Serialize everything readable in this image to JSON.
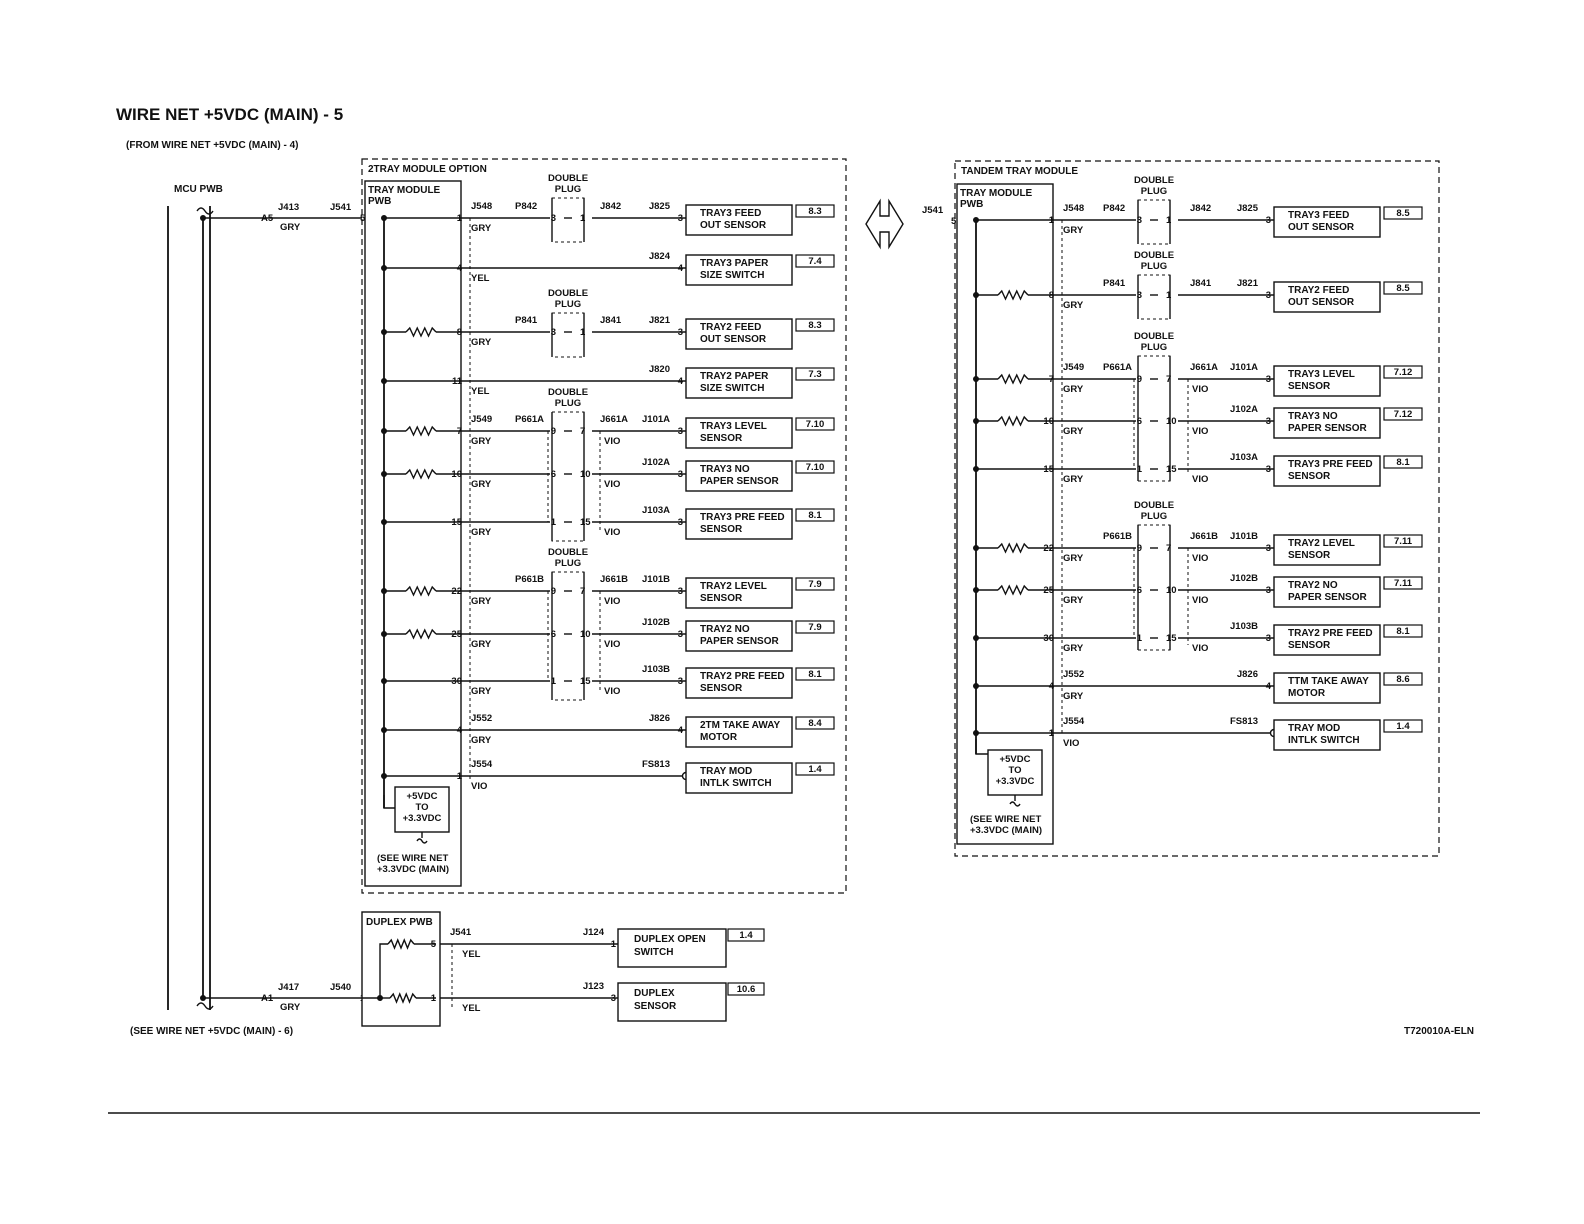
{
  "title": "WIRE NET +5VDC (MAIN) - 5",
  "from_label": "(FROM WIRE NET +5VDC (MAIN) - 4)",
  "see_label": "(SEE WIRE NET +5VDC (MAIN) - 6)",
  "figure_id": "T720010A-ELN",
  "mcu": {
    "label": "MCU PWB",
    "top_conn": "J413",
    "top_pin": "A5",
    "top_color": "GRY",
    "top_plug": "J541",
    "top_plug_pin": "5",
    "bot_conn": "J417",
    "bot_pin": "A1",
    "bot_color": "GRY",
    "bot_plug": "J540",
    "bot_plug_pin": "1"
  },
  "option": {
    "label": "2TRAY MODULE OPTION",
    "pwb": [
      "TRAY MODULE",
      "PWB"
    ],
    "regulator": [
      "+5VDC",
      "TO",
      "+3.3VDC"
    ],
    "see": [
      "(SEE WIRE NET",
      "+3.3VDC (MAIN)"
    ],
    "double_plug": [
      "DOUBLE",
      "PLUG"
    ],
    "rows": [
      {
        "pin": "1",
        "color": "GRY",
        "j1": "J548",
        "p": "P842",
        "j2": "J842",
        "dpin_l": "3",
        "dpin_r": "1",
        "dest": "J825",
        "dest_pin": "3",
        "device": [
          "TRAY3 FEED",
          "OUT SENSOR"
        ],
        "ref": "8.3"
      },
      {
        "pin": "4",
        "color": "YEL",
        "dest": "J824",
        "dest_pin": "4",
        "device": [
          "TRAY3 PAPER",
          "SIZE SWITCH"
        ],
        "ref": "7.4"
      },
      {
        "pin": "8",
        "color": "GRY",
        "p": "P841",
        "j2": "J841",
        "dpin_l": "3",
        "dpin_r": "1",
        "dest": "J821",
        "dest_pin": "3",
        "device": [
          "TRAY2 FEED",
          "OUT SENSOR"
        ],
        "ref": "8.3"
      },
      {
        "pin": "11",
        "color": "YEL",
        "dest": "J820",
        "dest_pin": "4",
        "device": [
          "TRAY2 PAPER",
          "SIZE SWITCH"
        ],
        "ref": "7.3"
      },
      {
        "pin": "7",
        "color": "GRY",
        "j1": "J549",
        "p": "P661A",
        "j2": "J661A",
        "dpin_l": "9",
        "dpin_r": "7",
        "dest": "J101A",
        "dest_pin": "3",
        "color2": "VIO",
        "device": [
          "TRAY3 LEVEL",
          "SENSOR"
        ],
        "ref": "7.10"
      },
      {
        "pin": "10",
        "color": "GRY",
        "dpin_l": "6",
        "dpin_r": "10",
        "dest": "J102A",
        "dest_pin": "3",
        "color2": "VIO",
        "device": [
          "TRAY3 NO",
          "PAPER SENSOR"
        ],
        "ref": "7.10"
      },
      {
        "pin": "15",
        "color": "GRY",
        "dpin_l": "1",
        "dpin_r": "15",
        "dest": "J103A",
        "dest_pin": "3",
        "color2": "VIO",
        "device": [
          "TRAY3 PRE FEED",
          "SENSOR"
        ],
        "ref": "8.1"
      },
      {
        "pin": "22",
        "color": "GRY",
        "p": "P661B",
        "j2": "J661B",
        "dpin_l": "9",
        "dpin_r": "7",
        "dest": "J101B",
        "dest_pin": "3",
        "color2": "VIO",
        "device": [
          "TRAY2 LEVEL",
          "SENSOR"
        ],
        "ref": "7.9"
      },
      {
        "pin": "25",
        "color": "GRY",
        "dpin_l": "6",
        "dpin_r": "10",
        "dest": "J102B",
        "dest_pin": "3",
        "color2": "VIO",
        "device": [
          "TRAY2 NO",
          "PAPER SENSOR"
        ],
        "ref": "7.9"
      },
      {
        "pin": "30",
        "color": "GRY",
        "dpin_l": "1",
        "dpin_r": "15",
        "dest": "J103B",
        "dest_pin": "3",
        "color2": "VIO",
        "device": [
          "TRAY2 PRE FEED",
          "SENSOR"
        ],
        "ref": "8.1"
      },
      {
        "pin": "4",
        "color": "GRY",
        "j1": "J552",
        "dest": "J826",
        "dest_pin": "4",
        "device": [
          "2TM TAKE AWAY",
          "MOTOR"
        ],
        "ref": "8.4"
      },
      {
        "pin": "1",
        "color": "VIO",
        "j1": "J554",
        "dest": "FS813",
        "device": [
          "TRAY MOD",
          "INTLK SWITCH"
        ],
        "ref": "1.4"
      }
    ]
  },
  "tandem": {
    "label": "TANDEM TRAY MODULE",
    "pwb": [
      "TRAY MODULE",
      "PWB"
    ],
    "in_conn": "J541",
    "in_pin": "5",
    "regulator": [
      "+5VDC",
      "TO",
      "+3.3VDC"
    ],
    "see": [
      "(SEE WIRE NET",
      "+3.3VDC (MAIN)"
    ],
    "double_plug": [
      "DOUBLE",
      "PLUG"
    ],
    "rows": [
      {
        "pin": "1",
        "color": "GRY",
        "j1": "J548",
        "p": "P842",
        "j2": "J842",
        "dpin_l": "3",
        "dpin_r": "1",
        "dest": "J825",
        "dest_pin": "3",
        "device": [
          "TRAY3 FEED",
          "OUT SENSOR"
        ],
        "ref": "8.5"
      },
      {
        "pin": "8",
        "color": "GRY",
        "p": "P841",
        "j2": "J841",
        "dpin_l": "3",
        "dpin_r": "1",
        "dest": "J821",
        "dest_pin": "3",
        "device": [
          "TRAY2 FEED",
          "OUT SENSOR"
        ],
        "ref": "8.5"
      },
      {
        "pin": "7",
        "color": "GRY",
        "j1": "J549",
        "p": "P661A",
        "j2": "J661A",
        "dpin_l": "9",
        "dpin_r": "7",
        "dest": "J101A",
        "dest_pin": "3",
        "color2": "VIO",
        "device": [
          "TRAY3 LEVEL",
          "SENSOR"
        ],
        "ref": "7.12"
      },
      {
        "pin": "10",
        "color": "GRY",
        "dpin_l": "6",
        "dpin_r": "10",
        "dest": "J102A",
        "dest_pin": "3",
        "color2": "VIO",
        "device": [
          "TRAY3 NO",
          "PAPER SENSOR"
        ],
        "ref": "7.12"
      },
      {
        "pin": "15",
        "color": "GRY",
        "dpin_l": "1",
        "dpin_r": "15",
        "dest": "J103A",
        "dest_pin": "3",
        "color2": "VIO",
        "device": [
          "TRAY3 PRE FEED",
          "SENSOR"
        ],
        "ref": "8.1"
      },
      {
        "pin": "22",
        "color": "GRY",
        "p": "P661B",
        "j2": "J661B",
        "dpin_l": "9",
        "dpin_r": "7",
        "dest": "J101B",
        "dest_pin": "3",
        "color2": "VIO",
        "device": [
          "TRAY2 LEVEL",
          "SENSOR"
        ],
        "ref": "7.11"
      },
      {
        "pin": "25",
        "color": "GRY",
        "dpin_l": "6",
        "dpin_r": "10",
        "dest": "J102B",
        "dest_pin": "3",
        "color2": "VIO",
        "device": [
          "TRAY2 NO",
          "PAPER SENSOR"
        ],
        "ref": "7.11"
      },
      {
        "pin": "30",
        "color": "GRY",
        "dpin_l": "1",
        "dpin_r": "15",
        "dest": "J103B",
        "dest_pin": "3",
        "color2": "VIO",
        "device": [
          "TRAY2 PRE FEED",
          "SENSOR"
        ],
        "ref": "8.1"
      },
      {
        "pin": "4",
        "color": "GRY",
        "j1": "J552",
        "dest": "J826",
        "dest_pin": "4",
        "device": [
          "TTM TAKE AWAY",
          "MOTOR"
        ],
        "ref": "8.6"
      },
      {
        "pin": "1",
        "color": "VIO",
        "j1": "J554",
        "dest": "FS813",
        "device": [
          "TRAY MOD",
          "INTLK SWITCH"
        ],
        "ref": "1.4"
      }
    ]
  },
  "duplex": {
    "label": "DUPLEX PWB",
    "rows": [
      {
        "pin": "5",
        "color": "YEL",
        "j1": "J541",
        "dest": "J124",
        "dest_pin": "1",
        "device": [
          "DUPLEX OPEN",
          "SWITCH"
        ],
        "ref": "1.4"
      },
      {
        "pin": "1",
        "color": "YEL",
        "dest": "J123",
        "dest_pin": "3",
        "device": [
          "DUPLEX",
          "SENSOR"
        ],
        "ref": "10.6"
      }
    ]
  }
}
